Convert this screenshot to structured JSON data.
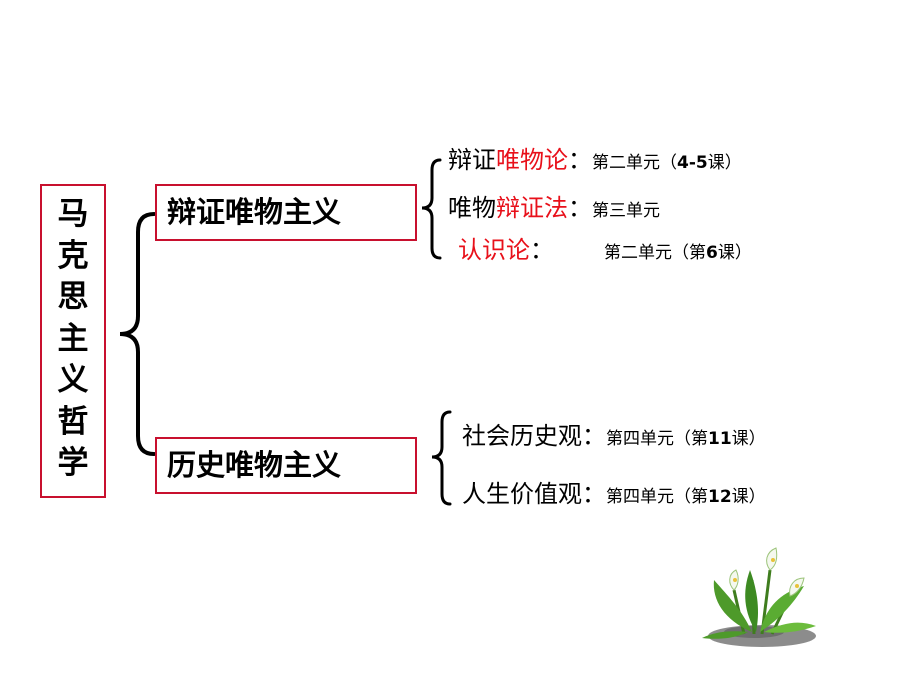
{
  "root": {
    "label": "马\n克\n思\n主\n义\n哲\n学"
  },
  "branches": [
    {
      "label": "辩证唯物主义",
      "items": [
        {
          "plain": "辩证",
          "red": "唯物论",
          "colon": "：",
          "unit": "第二单元",
          "paren_open": "（",
          "lesson": "4-5",
          "lesson_suffix": "课）"
        },
        {
          "plain": "唯物",
          "red": "辩证法",
          "colon": "：",
          "unit": "第三单元"
        },
        {
          "plain": "",
          "red": "认识论",
          "colon": "：",
          "unit": "第二单元",
          "paren_open": "（第",
          "lesson": "6",
          "lesson_suffix": "课）"
        }
      ]
    },
    {
      "label": "历史唯物主义",
      "items": [
        {
          "plain": "社会历史观",
          "colon": "：",
          "unit": "第四单元",
          "paren_open": "（第",
          "lesson": "11",
          "lesson_suffix": "课）"
        },
        {
          "plain": "人生价值观",
          "colon": "：",
          "unit": "第四单元",
          "paren_open": "（第",
          "lesson": "12",
          "lesson_suffix": "课）"
        }
      ]
    }
  ],
  "colors": {
    "box_border": "#c8102e",
    "highlight_text": "#e8101a",
    "text": "#000000"
  },
  "decoration": {
    "icon": "plant-icon"
  }
}
